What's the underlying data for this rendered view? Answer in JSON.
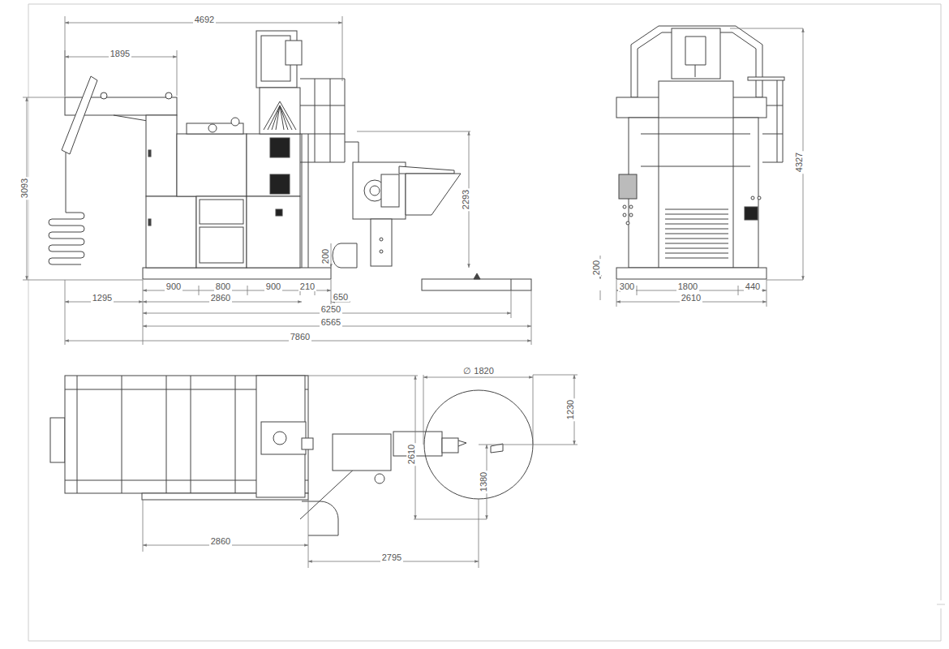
{
  "diagram": {
    "labels": [
      "4692",
      "1895",
      "3093",
      "2293",
      "200",
      "200",
      "900",
      "800",
      "900",
      "210",
      "650",
      "1295",
      "2860",
      "6250",
      "6565",
      "7860",
      "4327",
      "300",
      "1800",
      "440",
      "2610",
      "∅ 1820",
      "1230",
      "2610",
      "1380",
      "2860",
      "2795"
    ]
  }
}
